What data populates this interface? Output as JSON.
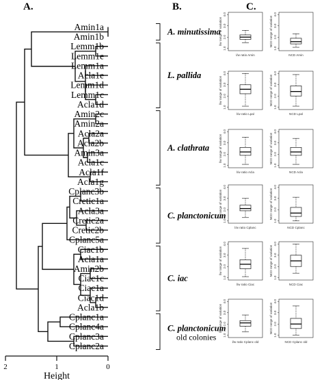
{
  "panels": {
    "a": "A.",
    "b": "B.",
    "c": "C."
  },
  "dendrogram": {
    "leaves": [
      "Amin1a",
      "Amin1b",
      "Lemm1b",
      "Lemm1e",
      "Lemm1a",
      "Acla1e",
      "Lemm1d",
      "Lemm1c",
      "Acla1d",
      "Amin2c",
      "Amin2a",
      "Acla2a",
      "Acla2b",
      "Amin3a",
      "Acla1c",
      "Acla1f",
      "Acla1g",
      "Cplanc3b",
      "Cretic1a",
      "Acla3a",
      "Cretic2a",
      "Cretic2b",
      "Cplanc5a",
      "Ciac1b",
      "Acla1a",
      "Amin2b",
      "Ciac1c",
      "Ciac1a",
      "Ciac1d",
      "Acla1b",
      "Cplanc1a",
      "Cplanc4a",
      "Cplanc3a",
      "Cplanc2a"
    ],
    "axis_label": "Height",
    "ticks": [
      "2",
      "1",
      "0"
    ]
  },
  "groups": [
    {
      "name": "A. minutissima",
      "sub": ""
    },
    {
      "name": "L. pallida",
      "sub": ""
    },
    {
      "name": "A. clathrata",
      "sub": ""
    },
    {
      "name": "C. planctonicum",
      "sub": ""
    },
    {
      "name": "C. iac",
      "sub": ""
    },
    {
      "name": "C. planctonicum",
      "sub": "old colonies"
    }
  ],
  "boxplots": {
    "y_ticks": [
      "1.0",
      "2.0",
      "3.0",
      "4.0"
    ],
    "rows": [
      {
        "left_ylabel": "l/w range of variation",
        "left_xlabel": "l/w ratio Amin",
        "right_ylabel": "NCD range of variation",
        "right_xlabel": "NCD Amin",
        "left": {
          "min": 1.5,
          "q1": 1.8,
          "median": 2.0,
          "q3": 2.2,
          "max": 2.6
        },
        "right": {
          "min": 1.1,
          "q1": 1.4,
          "median": 1.6,
          "q3": 1.9,
          "max": 2.3
        }
      },
      {
        "left_ylabel": "l/w range of variation",
        "left_xlabel": "l/w ratio Lpal",
        "right_ylabel": "NCD range of variation",
        "right_xlabel": "NCD Lpal",
        "left": {
          "min": 1.1,
          "q1": 2.2,
          "median": 2.6,
          "q3": 3.0,
          "max": 4.0
        },
        "right": {
          "min": 1.1,
          "q1": 2.0,
          "median": 2.4,
          "q3": 2.9,
          "max": 3.9
        }
      },
      {
        "left_ylabel": "l/w range of variation",
        "left_xlabel": "l/w ratio Acla",
        "right_ylabel": "NCD range of variation",
        "right_xlabel": "NCD Acla",
        "left": {
          "min": 1.1,
          "q1": 1.9,
          "median": 2.2,
          "q3": 2.6,
          "max": 3.5
        },
        "right": {
          "min": 1.1,
          "q1": 1.9,
          "median": 2.2,
          "q3": 2.6,
          "max": 3.4
        }
      },
      {
        "left_ylabel": "l/w range of variation",
        "left_xlabel": "l/w ratio Cplanc",
        "right_ylabel": "NCD range of variation",
        "right_xlabel": "NCD Cplanc",
        "left": {
          "min": 1.3,
          "q1": 1.9,
          "median": 2.1,
          "q3": 2.4,
          "max": 3.0
        },
        "right": {
          "min": 1.0,
          "q1": 1.4,
          "median": 1.7,
          "q3": 2.2,
          "max": 3.1
        }
      },
      {
        "left_ylabel": "l/w range of variation",
        "left_xlabel": "l/w ratio Ciac",
        "right_ylabel": "NCD range of variation",
        "right_xlabel": "NCD Ciac",
        "left": {
          "min": 1.1,
          "q1": 1.8,
          "median": 2.2,
          "q3": 2.6,
          "max": 3.6
        },
        "right": {
          "min": 1.4,
          "q1": 2.0,
          "median": 2.5,
          "q3": 3.0,
          "max": 4.0
        }
      },
      {
        "left_ylabel": "l/w range of variation",
        "left_xlabel": "l/w ratio Cplanc old",
        "right_ylabel": "NCD range of variation",
        "right_xlabel": "NCD Cplanc old",
        "left": {
          "min": 1.3,
          "q1": 1.8,
          "median": 2.1,
          "q3": 2.3,
          "max": 2.8
        },
        "right": {
          "min": 1.0,
          "q1": 1.6,
          "median": 2.0,
          "q3": 2.5,
          "max": 3.6
        }
      }
    ]
  }
}
